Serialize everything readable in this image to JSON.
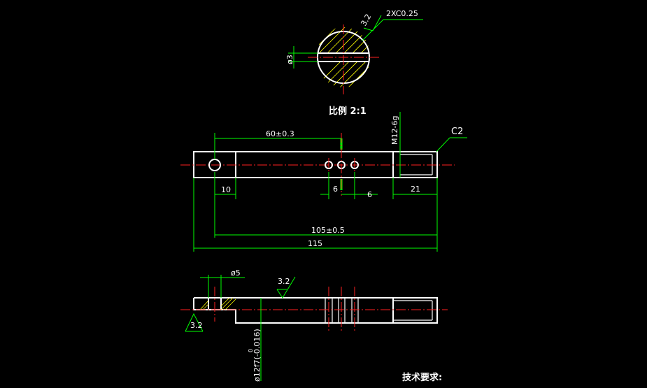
{
  "section_view": {
    "chamfer_note": "2XC0.25",
    "roughness_top": "3.2",
    "slot_width_dim": "ø3",
    "scale_label": "比例 2:1"
  },
  "front_view": {
    "dim_60": "60±0.3",
    "thread_label": "M12-6g",
    "chamfer_label": "C2",
    "dim_10": "10",
    "dim_6a": "6",
    "dim_6b": "6",
    "dim_21": "21",
    "dim_105": "105±0.5",
    "dim_115": "115"
  },
  "bottom_view": {
    "hole_dim": "ø5",
    "roughness_right": "3.2",
    "roughness_left": "3.2",
    "shaft_dia_dim": "ø12f7(-0.016)",
    "tolerance_upper": "0"
  },
  "notes": {
    "tech_requirements": "技术要求:"
  }
}
